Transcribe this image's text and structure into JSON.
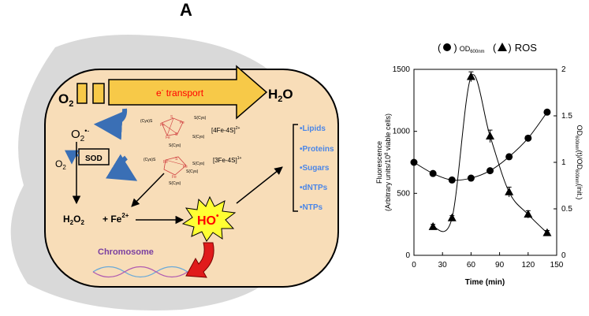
{
  "panel_letter": "A",
  "diagram": {
    "o2_label": "O",
    "o2_sub": "2",
    "h2o_label": "H",
    "h2o_sub": "2",
    "h2o_tail": "O",
    "e_transport_sup": "e",
    "e_transport_minus": "-",
    "e_transport_text": " transport",
    "superoxide_label": "O",
    "superoxide_sub": "2",
    "superoxide_sup": "•-",
    "sod_label": "SOD",
    "o2_out_label": "O",
    "o2_out_sub": "2",
    "h2o2_label": "H",
    "h2o2_sub1": "2",
    "h2o2_mid": "O",
    "h2o2_sub2": "2",
    "fe_label": "+ Fe",
    "fe_sup": "2+",
    "ho_label": "HO",
    "ho_sup": "•",
    "chromosome_label": "Chromosome",
    "cluster1_label": "[4Fe-4S]",
    "cluster1_sup": "2+",
    "cluster2_label": "[3Fe-4S]",
    "cluster2_sup": "1+",
    "cys": "(Cys)S",
    "scys": "S(Cys)",
    "fe": "Fe",
    "s": "S",
    "targets": [
      "•Lipids",
      "•Proteins",
      "•Sugars",
      "•dNTPs",
      "•NTPs"
    ],
    "colors": {
      "cell_fill": "#f8ddb8",
      "shadow": "#d9d9d9",
      "arrow_fill": "#f7c948",
      "transport_text": "#ff0000",
      "blue_arrow": "#3a6fb5",
      "target_text": "#4a86e8",
      "ho_fill": "#ffff33",
      "ho_text": "#ff0000",
      "red_arrow": "#e01b1b",
      "chromosome_text": "#7a3fa0",
      "cluster_color": "#d04040"
    }
  },
  "chart_data": {
    "type": "line",
    "legend": {
      "od_open": "(",
      "od_close": ")",
      "od_label": "OD",
      "od_sub": "600nm",
      "ros_open": "(",
      "ros_close": ")",
      "ros_label": "ROS"
    },
    "xlabel": "Time (min)",
    "ylabel_left_1": "Fluorescence",
    "ylabel_left_2": "(Arbitrary units/10",
    "ylabel_left_2_sup": "8",
    "ylabel_left_2_tail": " viable cells)",
    "ylabel_right": "OD",
    "ylabel_right_sub1": "600nm",
    "ylabel_right_mid": "(t)/OD",
    "ylabel_right_sub2": "600nm",
    "ylabel_right_tail": "(init.)",
    "xlim": [
      0,
      150
    ],
    "ylim_left": [
      0,
      1500
    ],
    "ylim_right": [
      0,
      2
    ],
    "x_ticks": [
      0,
      30,
      60,
      90,
      120,
      150
    ],
    "y_left_ticks": [
      0,
      500,
      1000,
      1500
    ],
    "y_right_ticks": [
      0,
      0.5,
      1,
      1.5,
      2
    ],
    "y_right_tick_labels": [
      "0",
      "0.5",
      "1",
      "1.5",
      "2"
    ],
    "series": [
      {
        "name": "OD600nm",
        "axis": "right",
        "marker": "circle",
        "x": [
          0,
          20,
          40,
          60,
          80,
          100,
          120,
          140
        ],
        "y": [
          1.0,
          0.88,
          0.81,
          0.83,
          0.91,
          1.06,
          1.26,
          1.54
        ]
      },
      {
        "name": "ROS",
        "axis": "left",
        "marker": "triangle",
        "x": [
          20,
          40,
          60,
          80,
          100,
          120,
          140
        ],
        "y": [
          230,
          300,
          1440,
          960,
          510,
          330,
          180
        ],
        "err": [
          20,
          20,
          40,
          50,
          40,
          30,
          20
        ]
      }
    ]
  }
}
